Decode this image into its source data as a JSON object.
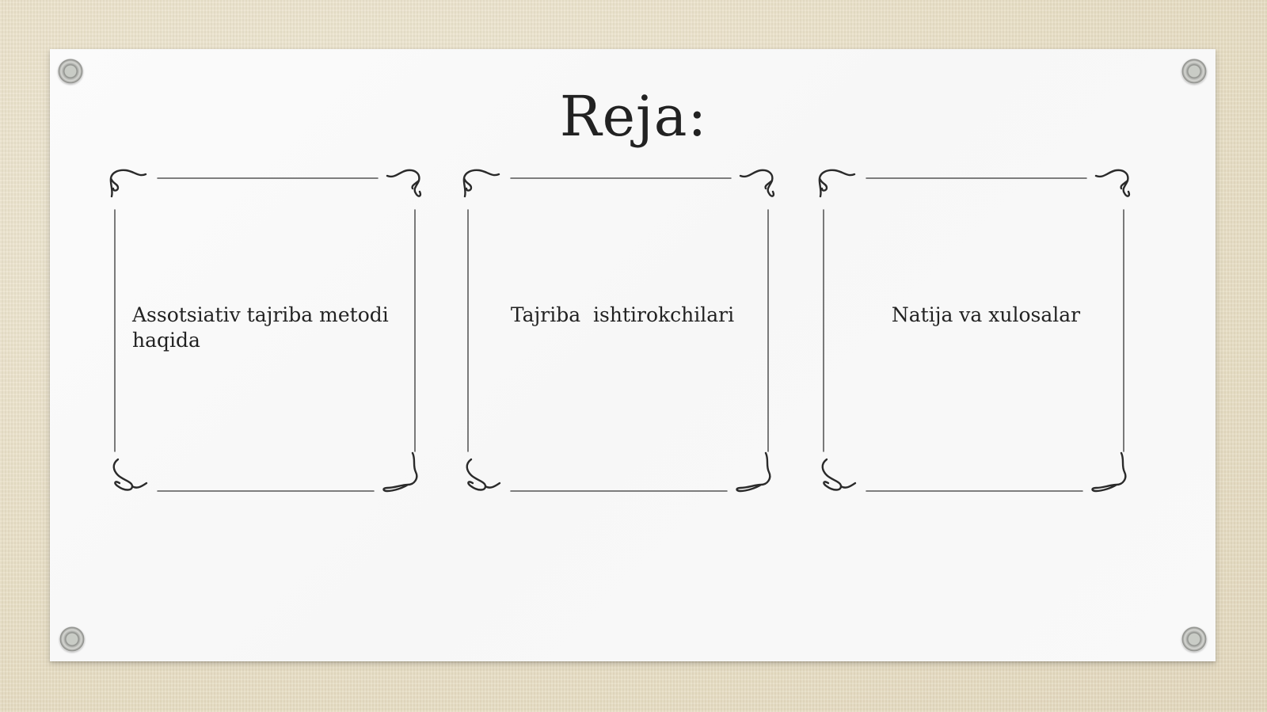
{
  "slide": {
    "title": "Reja:",
    "items": [
      {
        "label": "Assotsiativ tajriba metodi haqida"
      },
      {
        "label": "Tajriba  ishtirokchilari"
      },
      {
        "label": "Natija va xulosalar"
      }
    ]
  },
  "colors": {
    "background": "#e9e0c9",
    "paper": "#f8f8f8",
    "text": "#222222",
    "frame_lines": "#333333"
  }
}
